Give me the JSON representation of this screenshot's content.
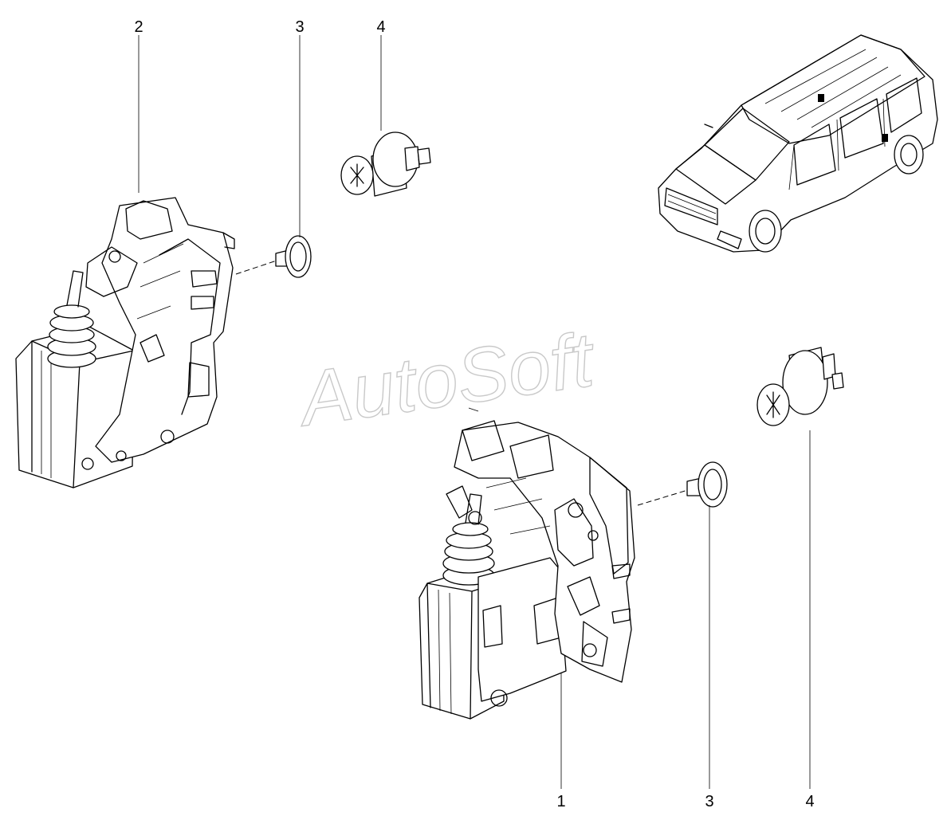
{
  "callouts": {
    "lock_left": "2",
    "screw_left": "3",
    "striker_left": "4",
    "lock_right": "1",
    "screw_right": "3",
    "striker_right": "4"
  },
  "watermark": "AutoSoft",
  "parts": [
    "door-lock-assembly",
    "lock-screw",
    "striker-pin",
    "vehicle-location-view"
  ]
}
